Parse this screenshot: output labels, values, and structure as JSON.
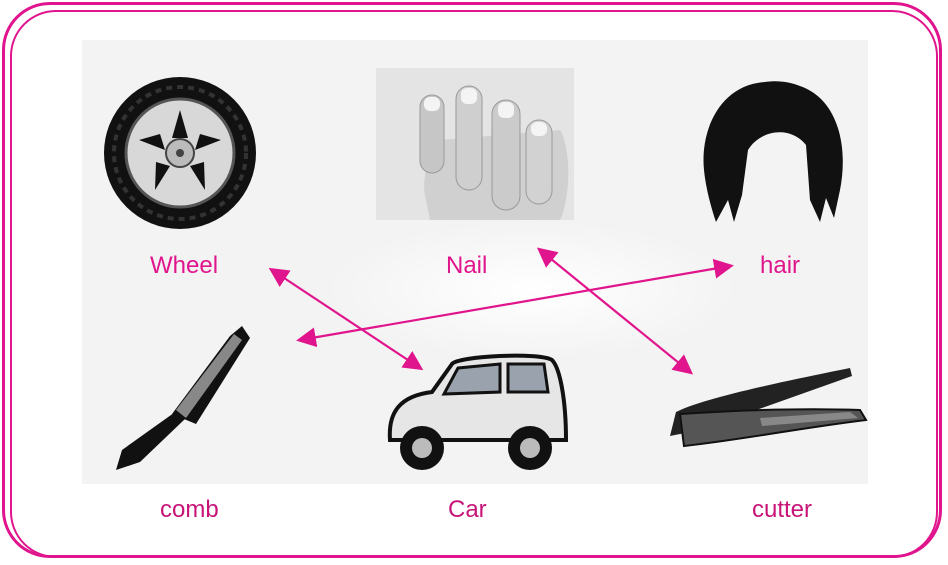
{
  "items": {
    "wheel": {
      "label": "Wheel",
      "icon": "wheel-icon"
    },
    "nail": {
      "label": "Nail",
      "icon": "nail-photo"
    },
    "hair": {
      "label": "hair",
      "icon": "hair-icon"
    },
    "comb": {
      "label": "comb",
      "icon": "comb-icon"
    },
    "car": {
      "label": "Car",
      "icon": "car-icon"
    },
    "cutter": {
      "label": "cutter",
      "icon": "nail-cutter-icon"
    }
  },
  "matches": [
    {
      "from": "Wheel",
      "to": "Car"
    },
    {
      "from": "Nail",
      "to": "cutter"
    },
    {
      "from": "hair",
      "to": "comb"
    }
  ],
  "colors": {
    "accent": "#e0148c",
    "panel": "#f3f3f3"
  }
}
